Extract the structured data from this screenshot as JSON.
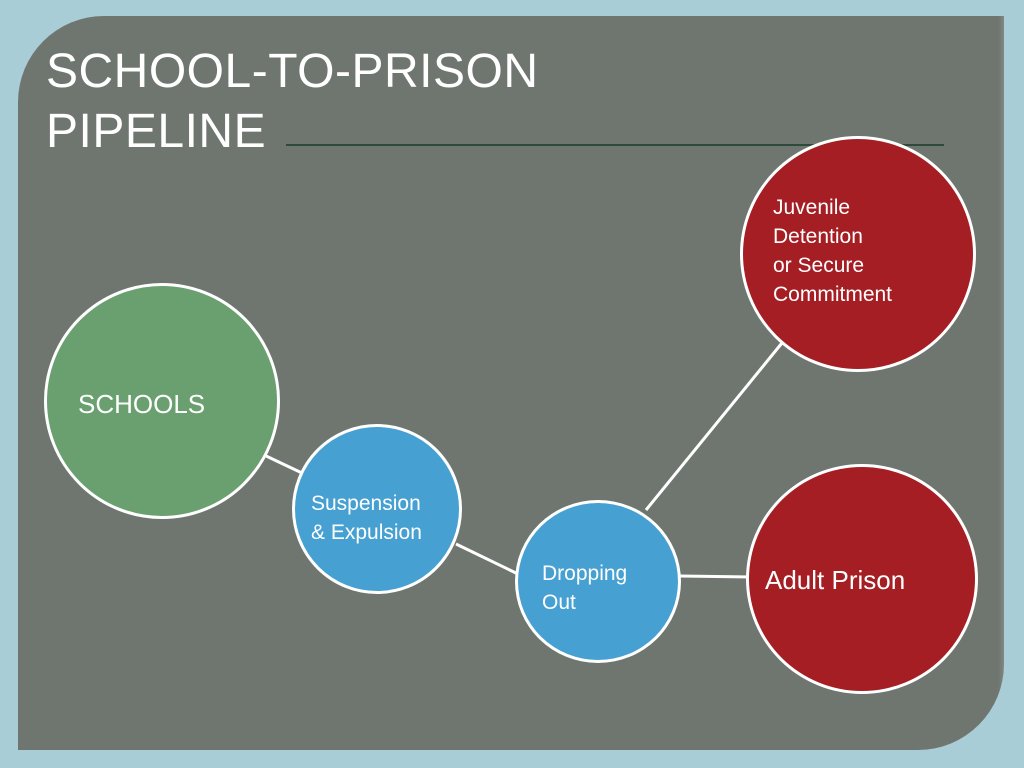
{
  "slide": {
    "title": "SCHOOL-TO-PRISON\nPIPELINE"
  },
  "diagram": {
    "nodes": {
      "schools": "SCHOOLS",
      "suspension": "Suspension\n& Expulsion",
      "dropping_out": "Dropping\nOut",
      "juvenile": "Juvenile\nDetention\nor Secure\nCommitment",
      "adult_prison": "Adult Prison"
    },
    "colors": {
      "background": "#6f7670",
      "frame": "#a9cdd7",
      "green_node": "#6aa070",
      "blue_node": "#47a0d2",
      "red_node": "#a41e23",
      "outline": "#ffffff"
    },
    "edges": [
      [
        "schools",
        "suspension"
      ],
      [
        "suspension",
        "dropping_out"
      ],
      [
        "dropping_out",
        "juvenile"
      ],
      [
        "dropping_out",
        "adult_prison"
      ]
    ]
  }
}
